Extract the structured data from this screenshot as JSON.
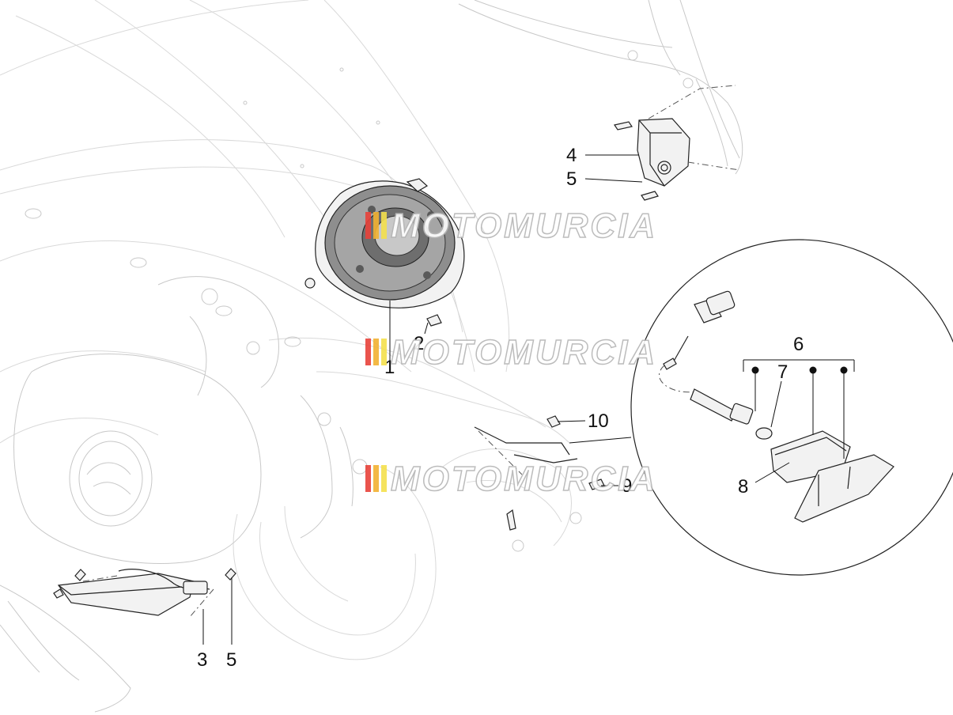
{
  "callouts": {
    "c1": "1",
    "c2": "2",
    "c3": "3",
    "c4": "4",
    "c5_top": "5",
    "c5_bottom": "5",
    "c6": "6",
    "c7": "7",
    "c8": "8",
    "c9": "9",
    "c10": "10"
  },
  "watermark": {
    "text": "MOTOMURCIA",
    "stripe_colors": [
      "#e8423a",
      "#f2b233",
      "#f4e04d"
    ]
  },
  "colors": {
    "line": "#222222",
    "ghost": "#d9d9d9",
    "headlight_fill": "#8e8e8e"
  }
}
